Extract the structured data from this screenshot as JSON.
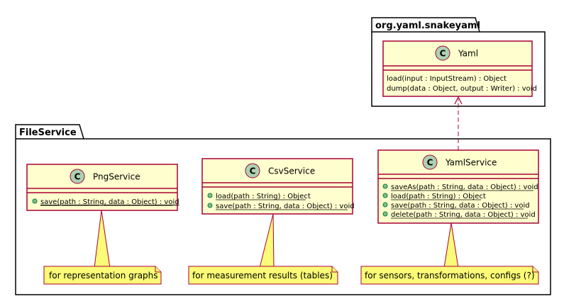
{
  "packages": [
    {
      "id": "pkg-snakeyaml",
      "name": "org.yaml.snakeyaml"
    },
    {
      "id": "pkg-fileservice",
      "name": "FileService"
    }
  ],
  "classes": [
    {
      "id": "yaml",
      "name": "Yaml",
      "stereotype_letter": "C",
      "members": [
        {
          "text": "load(input : InputStream) : Object",
          "static": false,
          "visibility": ""
        },
        {
          "text": "dump(data : Object, output : Writer) : void",
          "static": false,
          "visibility": ""
        }
      ]
    },
    {
      "id": "pngservice",
      "name": "PngService",
      "stereotype_letter": "C",
      "members": [
        {
          "text": "save(path : String, data : Object) : void",
          "static": true,
          "visibility": "public"
        }
      ]
    },
    {
      "id": "csvservice",
      "name": "CsvService",
      "stereotype_letter": "C",
      "members": [
        {
          "text": "load(path : String) : Object",
          "static": true,
          "visibility": "public"
        },
        {
          "text": "save(path : String, data : Object) : void",
          "static": true,
          "visibility": "public"
        }
      ]
    },
    {
      "id": "yamlservice",
      "name": "YamlService",
      "stereotype_letter": "C",
      "members": [
        {
          "text": "saveAs(path : String, data : Object) : void",
          "static": true,
          "visibility": "public"
        },
        {
          "text": "load(path : String) : Object",
          "static": true,
          "visibility": "public"
        },
        {
          "text": "save(path : String, data : Object) : void",
          "static": true,
          "visibility": "public"
        },
        {
          "text": "delete(path : String, data : Object) : void",
          "static": true,
          "visibility": "public"
        }
      ]
    }
  ],
  "notes": [
    {
      "id": "note-png",
      "attached_to": "pngservice",
      "text": "for representation graphs"
    },
    {
      "id": "note-csv",
      "attached_to": "csvservice",
      "text": "for measurement results (tables)"
    },
    {
      "id": "note-yaml",
      "attached_to": "yamlservice",
      "text": "for sensors, transformations, configs (?)"
    }
  ],
  "relations": [
    {
      "from": "yamlservice",
      "to": "yaml",
      "type": "dependency"
    }
  ],
  "colors": {
    "class_fill": "#FEFECE",
    "class_border": "#A80036",
    "circle_fill": "#ADD1B2",
    "public_marker": "#84BE84",
    "note_fill": "#FBFB77",
    "package_border": "#000000"
  }
}
